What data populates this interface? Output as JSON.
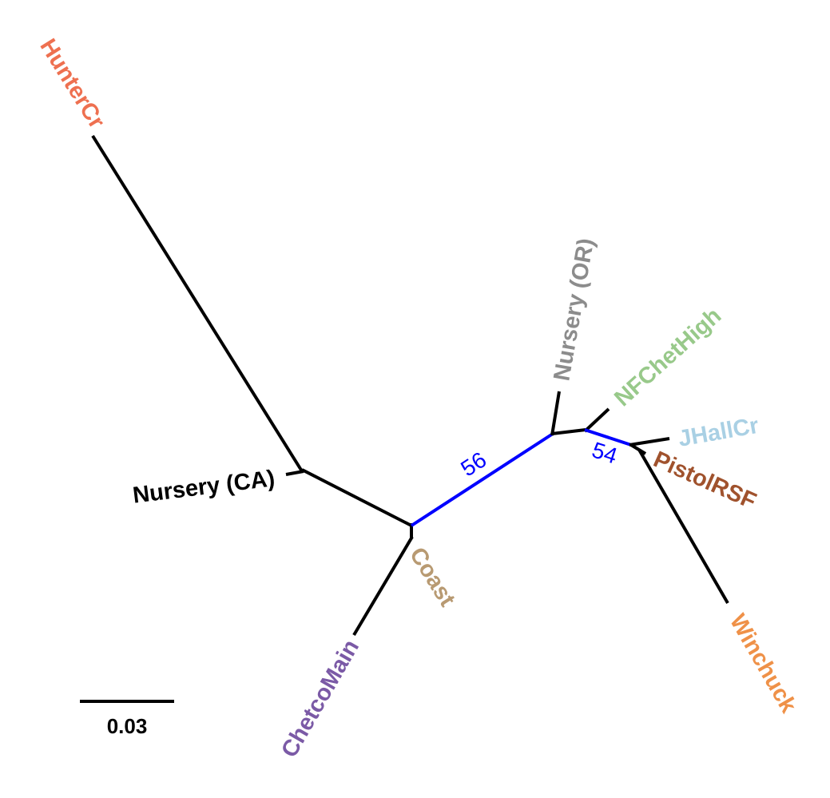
{
  "tips": [
    {
      "id": "huntercr",
      "label": "HunterCr",
      "color": "#ee7050"
    },
    {
      "id": "nursery-ca",
      "label": "Nursery (CA)",
      "color": "#000000"
    },
    {
      "id": "chetcomain",
      "label": "ChetcoMain",
      "color": "#7b5aa6"
    },
    {
      "id": "coast",
      "label": "Coast",
      "color": "#b89a72"
    },
    {
      "id": "nursery-or",
      "label": "Nursery (OR)",
      "color": "#8c8c8c"
    },
    {
      "id": "nfchethigh",
      "label": "NFChetHigh",
      "color": "#98c98a"
    },
    {
      "id": "jhallcr",
      "label": "JHallCr",
      "color": "#a9d0e4"
    },
    {
      "id": "pistolrsf",
      "label": "PistolRSF",
      "color": "#a0522d"
    },
    {
      "id": "winchuck",
      "label": "Winchuck",
      "color": "#ef9148"
    }
  ],
  "support_values": [
    {
      "id": "internal-1",
      "label": "56",
      "color": "#0000ff"
    },
    {
      "id": "internal-2",
      "label": "54",
      "color": "#0000ff"
    }
  ],
  "scale_bar": {
    "label": "0.03",
    "length_units": 0.03
  }
}
